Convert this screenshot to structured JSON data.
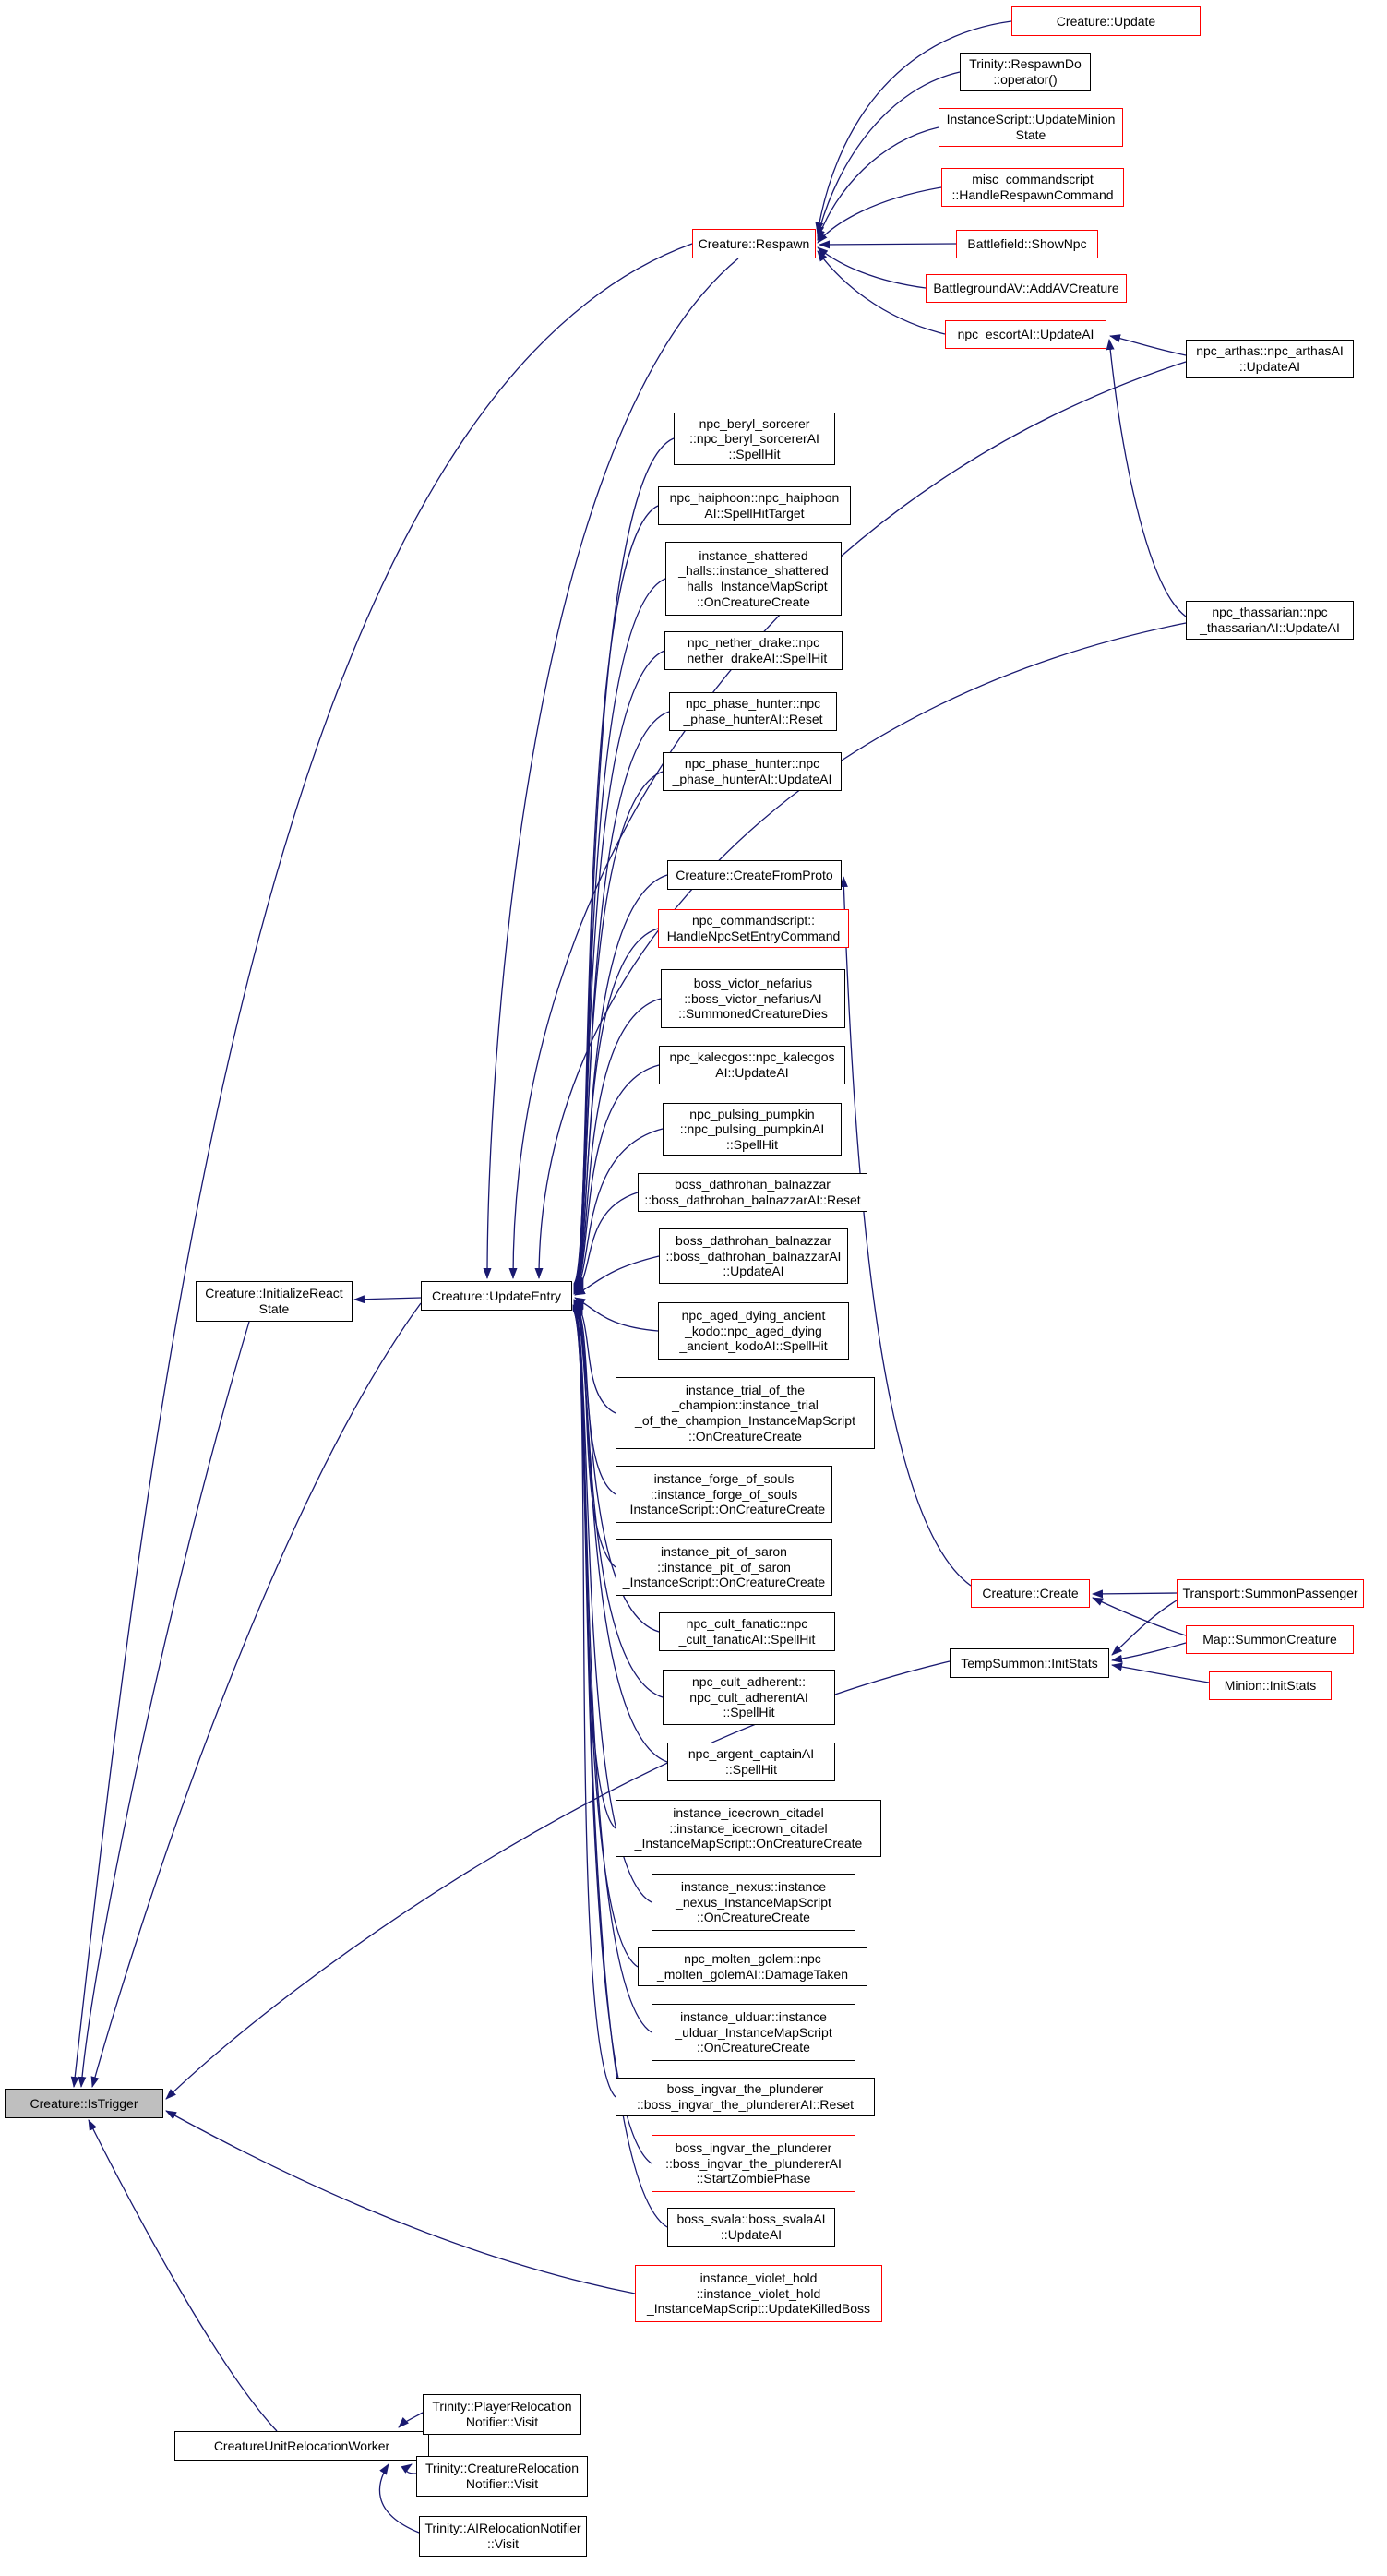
{
  "diagram": {
    "type": "doxygen-caller-graph",
    "subject": "Creature::IsTrigger",
    "colors": {
      "edge": "#191970",
      "node_border": "#000000",
      "truncated_node_border": "#ff0000",
      "subject_fill": "#bfbfbf",
      "node_fill": "#ffffff"
    },
    "nodes": [
      {
        "id": "creature-update",
        "label": "Creature::Update"
      },
      {
        "id": "trinity-respawndo-operator",
        "label": "Trinity::RespawnDo\n::operator()"
      },
      {
        "id": "instancescript-updateminion-state",
        "label": "InstanceScript::UpdateMinion\nState"
      },
      {
        "id": "misc-commandscript-handlerespawncommand",
        "label": "misc_commandscript\n::HandleRespawnCommand"
      },
      {
        "id": "creature-respawn",
        "label": "Creature::Respawn"
      },
      {
        "id": "battlefield-shownpc",
        "label": "Battlefield::ShowNpc"
      },
      {
        "id": "battlegroundav-addavcreature",
        "label": "BattlegroundAV::AddAVCreature"
      },
      {
        "id": "npc-escortai-updateai",
        "label": "npc_escortAI::UpdateAI"
      },
      {
        "id": "npc-arthas-updateai",
        "label": "npc_arthas::npc_arthasAI\n::UpdateAI"
      },
      {
        "id": "npc-beryl-sorcerer-spellhit",
        "label": "npc_beryl_sorcerer\n::npc_beryl_sorcererAI\n::SpellHit"
      },
      {
        "id": "npc-haiphoon-spellhittarget",
        "label": "npc_haiphoon::npc_haiphoon\nAI::SpellHitTarget"
      },
      {
        "id": "instance-shattered-halls-oncreaturecreate",
        "label": "instance_shattered\n_halls::instance_shattered\n_halls_InstanceMapScript\n::OnCreatureCreate"
      },
      {
        "id": "npc-nether-drake-spellhit",
        "label": "npc_nether_drake::npc\n_nether_drakeAI::SpellHit"
      },
      {
        "id": "npc-phase-hunter-reset",
        "label": "npc_phase_hunter::npc\n_phase_hunterAI::Reset"
      },
      {
        "id": "npc-phase-hunter-updateai",
        "label": "npc_phase_hunter::npc\n_phase_hunterAI::UpdateAI"
      },
      {
        "id": "npc-thassarian-updateai",
        "label": "npc_thassarian::npc\n_thassarianAI::UpdateAI"
      },
      {
        "id": "creature-createfromproto",
        "label": "Creature::CreateFromProto"
      },
      {
        "id": "npc-commandscript-handlenpcsetentrycommand",
        "label": "npc_commandscript::\nHandleNpcSetEntryCommand"
      },
      {
        "id": "boss-victor-nefarius-summonedcreaturedies",
        "label": "boss_victor_nefarius\n::boss_victor_nefariusAI\n::SummonedCreatureDies"
      },
      {
        "id": "npc-kalecgos-updateai",
        "label": "npc_kalecgos::npc_kalecgos\nAI::UpdateAI"
      },
      {
        "id": "npc-pulsing-pumpkin-spellhit",
        "label": "npc_pulsing_pumpkin\n::npc_pulsing_pumpkinAI\n::SpellHit"
      },
      {
        "id": "boss-dathrohan-balnazzar-reset",
        "label": "boss_dathrohan_balnazzar\n::boss_dathrohan_balnazzarAI::Reset"
      },
      {
        "id": "boss-dathrohan-balnazzar-updateai",
        "label": "boss_dathrohan_balnazzar\n::boss_dathrohan_balnazzarAI\n::UpdateAI"
      },
      {
        "id": "creature-updateentry",
        "label": "Creature::UpdateEntry"
      },
      {
        "id": "npc-aged-dying-ancient-kodo-spellhit",
        "label": "npc_aged_dying_ancient\n_kodo::npc_aged_dying\n_ancient_kodoAI::SpellHit"
      },
      {
        "id": "instance-trial-of-the-champion-oncreaturecreate",
        "label": "instance_trial_of_the\n_champion::instance_trial\n_of_the_champion_InstanceMapScript\n::OnCreatureCreate"
      },
      {
        "id": "instance-forge-of-souls-oncreaturecreate",
        "label": "instance_forge_of_souls\n::instance_forge_of_souls\n_InstanceScript::OnCreatureCreate"
      },
      {
        "id": "instance-pit-of-saron-oncreaturecreate",
        "label": "instance_pit_of_saron\n::instance_pit_of_saron\n_InstanceScript::OnCreatureCreate"
      },
      {
        "id": "npc-cult-fanatic-spellhit",
        "label": "npc_cult_fanatic::npc\n_cult_fanaticAI::SpellHit"
      },
      {
        "id": "npc-cult-adherent-spellhit",
        "label": "npc_cult_adherent::\nnpc_cult_adherentAI\n::SpellHit"
      },
      {
        "id": "npc-argent-captain-spellhit",
        "label": "npc_argent_captainAI\n::SpellHit"
      },
      {
        "id": "instance-icecrown-citadel-oncreaturecreate",
        "label": "instance_icecrown_citadel\n::instance_icecrown_citadel\n_InstanceMapScript::OnCreatureCreate"
      },
      {
        "id": "instance-nexus-oncreaturecreate",
        "label": "instance_nexus::instance\n_nexus_InstanceMapScript\n::OnCreatureCreate"
      },
      {
        "id": "npc-molten-golem-damagetaken",
        "label": "npc_molten_golem::npc\n_molten_golemAI::DamageTaken"
      },
      {
        "id": "instance-ulduar-oncreaturecreate",
        "label": "instance_ulduar::instance\n_ulduar_InstanceMapScript\n::OnCreatureCreate"
      },
      {
        "id": "boss-ingvar-reset",
        "label": "boss_ingvar_the_plunderer\n::boss_ingvar_the_plundererAI::Reset"
      },
      {
        "id": "boss-ingvar-startzombiephase",
        "label": "boss_ingvar_the_plunderer\n::boss_ingvar_the_plundererAI\n::StartZombiePhase"
      },
      {
        "id": "boss-svala-updateai",
        "label": "boss_svala::boss_svalaAI\n::UpdateAI"
      },
      {
        "id": "instance-violet-hold-updatekilledboss",
        "label": "instance_violet_hold\n::instance_violet_hold\n_InstanceMapScript::UpdateKilledBoss"
      },
      {
        "id": "creature-initializereactstate",
        "label": "Creature::InitializeReact\nState"
      },
      {
        "id": "creature-istrigger",
        "label": "Creature::IsTrigger"
      },
      {
        "id": "creature-create",
        "label": "Creature::Create"
      },
      {
        "id": "tempsummon-initstats",
        "label": "TempSummon::InitStats"
      },
      {
        "id": "transport-summonpassenger",
        "label": "Transport::SummonPassenger"
      },
      {
        "id": "map-summoncreature",
        "label": "Map::SummonCreature"
      },
      {
        "id": "minion-initstats",
        "label": "Minion::InitStats"
      },
      {
        "id": "creatureunitrelocationworker",
        "label": "CreatureUnitRelocationWorker"
      },
      {
        "id": "trinity-playerrelocationnotifier-visit",
        "label": "Trinity::PlayerRelocation\nNotifier::Visit"
      },
      {
        "id": "trinity-creaturerelocationnotifier-visit",
        "label": "Trinity::CreatureRelocation\nNotifier::Visit"
      },
      {
        "id": "trinity-airelocationnotifier-visit",
        "label": "Trinity::AIRelocationNotifier\n::Visit"
      }
    ],
    "edges": [
      [
        "creature-update",
        "creature-respawn"
      ],
      [
        "trinity-respawndo-operator",
        "creature-respawn"
      ],
      [
        "instancescript-updateminion-state",
        "creature-respawn"
      ],
      [
        "misc-commandscript-handlerespawncommand",
        "creature-respawn"
      ],
      [
        "battlefield-shownpc",
        "creature-respawn"
      ],
      [
        "battlegroundav-addavcreature",
        "creature-respawn"
      ],
      [
        "npc-escortai-updateai",
        "creature-respawn"
      ],
      [
        "npc-arthas-updateai",
        "npc-escortai-updateai"
      ],
      [
        "npc-thassarian-updateai",
        "npc-escortai-updateai"
      ],
      [
        "creature-respawn",
        "creature-updateentry"
      ],
      [
        "npc-arthas-updateai",
        "creature-updateentry"
      ],
      [
        "npc-thassarian-updateai",
        "creature-updateentry"
      ],
      [
        "npc-beryl-sorcerer-spellhit",
        "creature-updateentry"
      ],
      [
        "npc-haiphoon-spellhittarget",
        "creature-updateentry"
      ],
      [
        "instance-shattered-halls-oncreaturecreate",
        "creature-updateentry"
      ],
      [
        "npc-nether-drake-spellhit",
        "creature-updateentry"
      ],
      [
        "npc-phase-hunter-reset",
        "creature-updateentry"
      ],
      [
        "npc-phase-hunter-updateai",
        "creature-updateentry"
      ],
      [
        "creature-createfromproto",
        "creature-updateentry"
      ],
      [
        "npc-commandscript-handlenpcsetentrycommand",
        "creature-updateentry"
      ],
      [
        "boss-victor-nefarius-summonedcreaturedies",
        "creature-updateentry"
      ],
      [
        "npc-kalecgos-updateai",
        "creature-updateentry"
      ],
      [
        "npc-pulsing-pumpkin-spellhit",
        "creature-updateentry"
      ],
      [
        "boss-dathrohan-balnazzar-reset",
        "creature-updateentry"
      ],
      [
        "boss-dathrohan-balnazzar-updateai",
        "creature-updateentry"
      ],
      [
        "npc-aged-dying-ancient-kodo-spellhit",
        "creature-updateentry"
      ],
      [
        "instance-trial-of-the-champion-oncreaturecreate",
        "creature-updateentry"
      ],
      [
        "instance-forge-of-souls-oncreaturecreate",
        "creature-updateentry"
      ],
      [
        "instance-pit-of-saron-oncreaturecreate",
        "creature-updateentry"
      ],
      [
        "npc-cult-fanatic-spellhit",
        "creature-updateentry"
      ],
      [
        "npc-cult-adherent-spellhit",
        "creature-updateentry"
      ],
      [
        "npc-argent-captain-spellhit",
        "creature-updateentry"
      ],
      [
        "instance-icecrown-citadel-oncreaturecreate",
        "creature-updateentry"
      ],
      [
        "instance-nexus-oncreaturecreate",
        "creature-updateentry"
      ],
      [
        "npc-molten-golem-damagetaken",
        "creature-updateentry"
      ],
      [
        "instance-ulduar-oncreaturecreate",
        "creature-updateentry"
      ],
      [
        "boss-ingvar-reset",
        "creature-updateentry"
      ],
      [
        "boss-ingvar-startzombiephase",
        "creature-updateentry"
      ],
      [
        "boss-svala-updateai",
        "creature-updateentry"
      ],
      [
        "creature-updateentry",
        "creature-initializereactstate"
      ],
      [
        "creature-initializereactstate",
        "creature-istrigger"
      ],
      [
        "creature-respawn",
        "creature-istrigger"
      ],
      [
        "creature-updateentry",
        "creature-istrigger"
      ],
      [
        "instance-violet-hold-updatekilledboss",
        "creature-istrigger"
      ],
      [
        "tempsummon-initstats",
        "creature-istrigger"
      ],
      [
        "creatureunitrelocationworker",
        "creature-istrigger"
      ],
      [
        "transport-summonpassenger",
        "creature-create"
      ],
      [
        "map-summoncreature",
        "creature-create"
      ],
      [
        "transport-summonpassenger",
        "tempsummon-initstats"
      ],
      [
        "map-summoncreature",
        "tempsummon-initstats"
      ],
      [
        "minion-initstats",
        "tempsummon-initstats"
      ],
      [
        "creature-create",
        "creature-createfromproto"
      ],
      [
        "trinity-playerrelocationnotifier-visit",
        "creatureunitrelocationworker"
      ],
      [
        "trinity-creaturerelocationnotifier-visit",
        "creatureunitrelocationworker"
      ],
      [
        "trinity-airelocationnotifier-visit",
        "creatureunitrelocationworker"
      ]
    ]
  }
}
